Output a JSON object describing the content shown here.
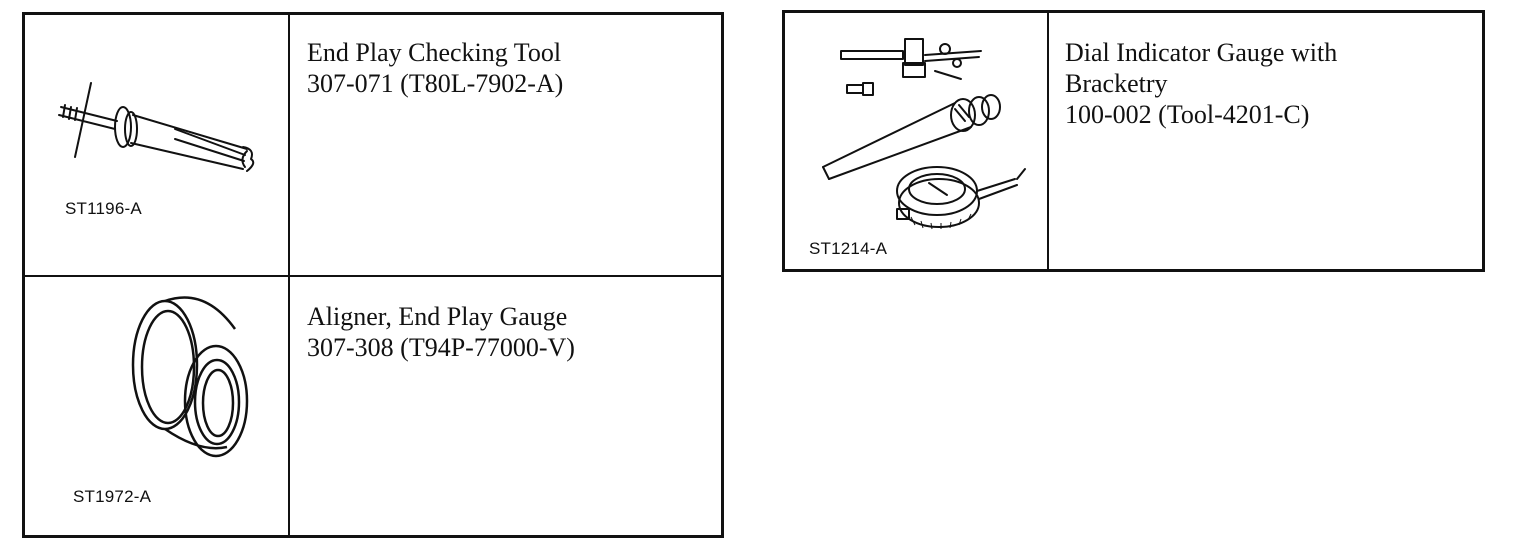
{
  "tools": [
    {
      "image_code": "ST1196-A",
      "name": "End Play Checking Tool",
      "number": "307-071 (T80L-7902-A)"
    },
    {
      "image_code": "ST1972-A",
      "name": "Aligner, End Play Gauge",
      "number": "307-308 (T94P-77000-V)"
    },
    {
      "image_code": "ST1214-A",
      "name_line1": "Dial Indicator Gauge with",
      "name_line2": "Bracketry",
      "number": "100-002 (Tool-4201-C)"
    }
  ]
}
